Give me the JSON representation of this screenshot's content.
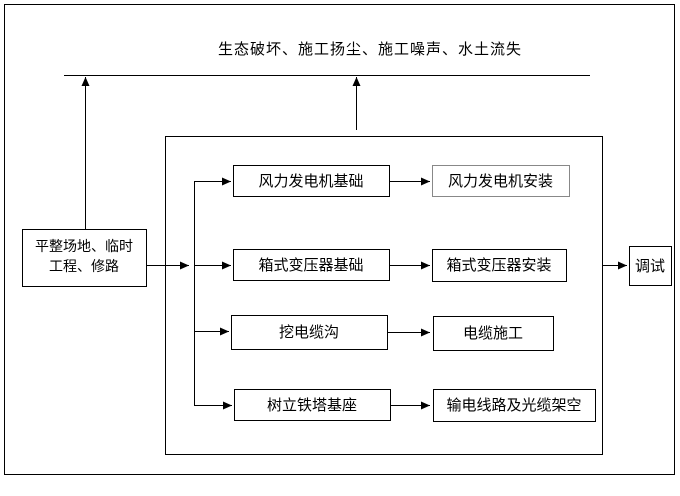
{
  "diagram": {
    "impacts": "生态破坏、施工扬尘、施工噪声、水土流失",
    "start": {
      "line1": "平整场地、临时",
      "line2": "工程、修路"
    },
    "rows": [
      {
        "left": "风力发电机基础",
        "right": "风力发电机安装"
      },
      {
        "left": "箱式变压器基础",
        "right": "箱式变压器安装"
      },
      {
        "left": "挖电缆沟",
        "right": "电缆施工"
      },
      {
        "left": "树立铁塔基座",
        "right": "输电线路及光缆架空"
      }
    ],
    "end": "调试"
  }
}
